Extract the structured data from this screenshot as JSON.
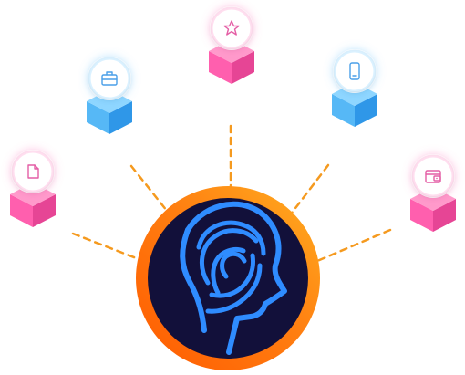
{
  "diagram": {
    "colors": {
      "background": "#ffffff",
      "connector": "#F59A1F",
      "ring_outer": "#FF6A00",
      "ring_inner": "#FFA51A",
      "core": "#12103A",
      "head_stroke": "#2F8CFF",
      "pink_cube_top": "#FF9ACB",
      "pink_cube_left": "#FF5FAE",
      "pink_cube_right": "#E64595",
      "blue_cube_top": "#8FD6FF",
      "blue_cube_left": "#56B8F6",
      "blue_cube_right": "#2F97E8",
      "badge_fill": "#ffffff"
    },
    "center": {
      "icon": "brain-head-icon"
    },
    "nodes": [
      {
        "id": "document",
        "icon": "document-icon",
        "cube_color": "pink"
      },
      {
        "id": "briefcase",
        "icon": "briefcase-icon",
        "cube_color": "blue"
      },
      {
        "id": "star",
        "icon": "star-icon",
        "cube_color": "pink"
      },
      {
        "id": "phone",
        "icon": "phone-icon",
        "cube_color": "blue"
      },
      {
        "id": "wallet",
        "icon": "wallet-icon",
        "cube_color": "pink"
      }
    ]
  }
}
